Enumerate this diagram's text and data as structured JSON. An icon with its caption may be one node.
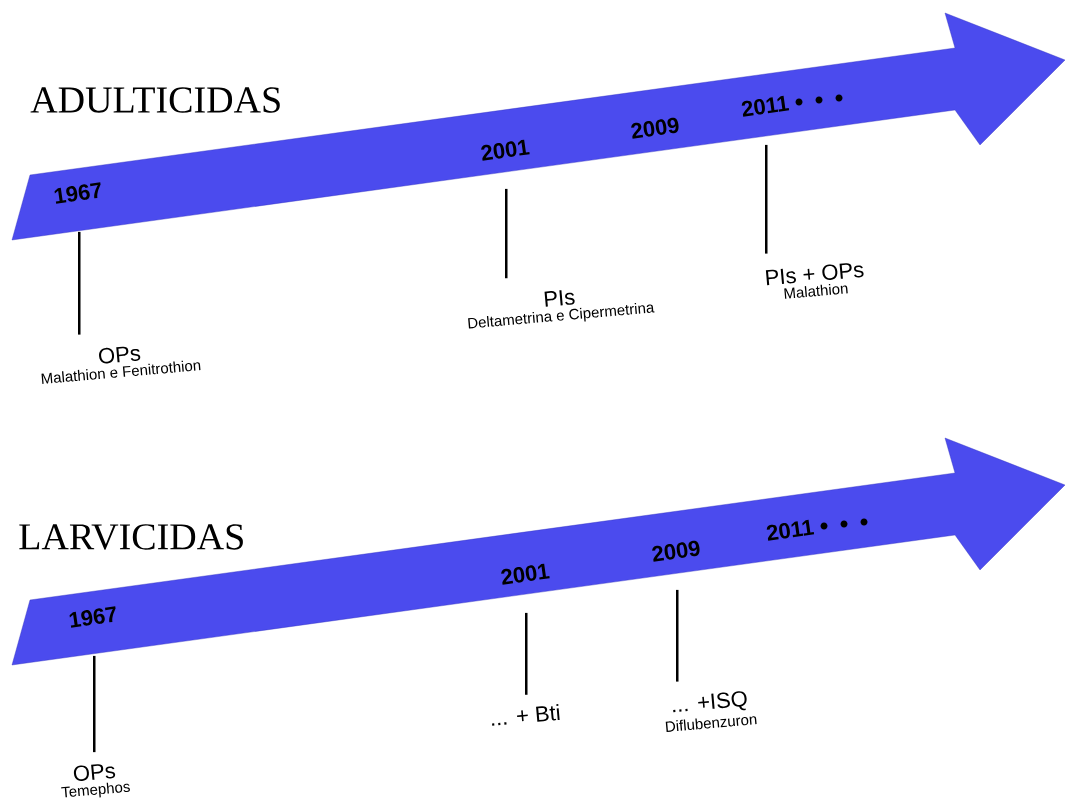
{
  "diagram": {
    "nodes": [
      {
        "text": [],
        "shape": "arrow"
      },
      {
        "text": [
          "1967"
        ],
        "in": 0
      },
      {
        "text": [
          "2001"
        ],
        "in": 0
      },
      {
        "text": [
          "2009"
        ],
        "in": 0
      },
      {
        "text": [
          "2011"
        ],
        "in": 0
      },
      {
        "text": [
          "OPs",
          "Malathion e Fenitrothion"
        ]
      },
      {
        "text": [
          "PIs",
          "Deltametrina e Cipermetrina"
        ]
      },
      {
        "text": [
          "PIs + OPs",
          "Malathion"
        ]
      },
      {
        "text": [],
        "shape": "arrow"
      },
      {
        "text": [
          "1967"
        ],
        "in": 8
      },
      {
        "text": [
          "2001"
        ],
        "in": 8
      },
      {
        "text": [
          "2009"
        ],
        "in": 8
      },
      {
        "text": [
          "2011"
        ],
        "in": 8
      },
      {
        "text": [
          "OPs",
          "Temephos"
        ]
      },
      {
        "text": [
          "... + Bti"
        ]
      },
      {
        "text": [
          "... +ISQ",
          "Diflubenzuron"
        ]
      }
    ],
    "edges": [
      {
        "from": 1,
        "to": 5,
        "arrow": "none"
      },
      {
        "from": 2,
        "to": 6,
        "arrow": "none"
      },
      {
        "from": 4,
        "to": 7,
        "arrow": "none"
      },
      {
        "from": 9,
        "to": 13,
        "arrow": "none"
      },
      {
        "from": 10,
        "to": 14,
        "arrow": "none"
      },
      {
        "from": 11,
        "to": 15,
        "arrow": "none"
      }
    ],
    "labels": [
      "ADULTICIDAS",
      "LARVICIDAS"
    ]
  }
}
